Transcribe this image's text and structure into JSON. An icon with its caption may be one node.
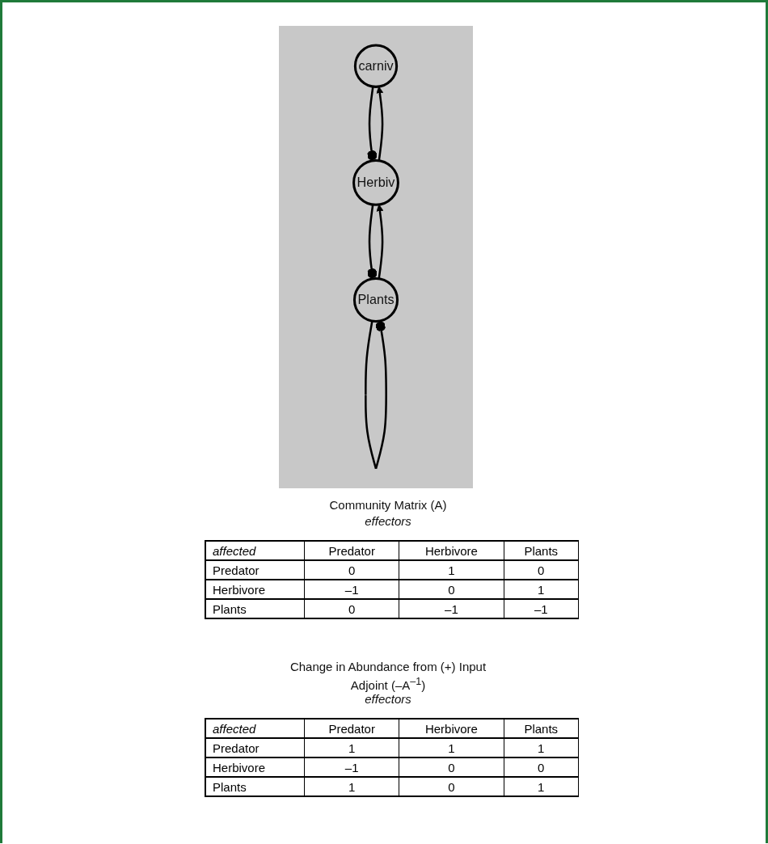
{
  "diagram": {
    "nodes": [
      {
        "text": [
          "carniv"
        ]
      },
      {
        "text": [
          "Herbiv"
        ]
      },
      {
        "text": [
          "Plants"
        ]
      }
    ],
    "edges": [
      {
        "from": 0,
        "to": 1,
        "arrow": "other"
      },
      {
        "from": 1,
        "to": 0,
        "arrow": "to"
      },
      {
        "from": 1,
        "to": 2,
        "arrow": "other"
      },
      {
        "from": 2,
        "to": 1,
        "arrow": "to"
      },
      {
        "from": 2,
        "to": 2,
        "arrow": "other"
      }
    ],
    "labels": [
      "Community Matrix (A)",
      "effectors",
      "affected",
      "Predator",
      "Herbivore",
      "Plants",
      "Predator",
      "0",
      "1",
      "0",
      "Herbivore",
      "–1",
      "0",
      "1",
      "Plants",
      "0",
      "–1",
      "–1",
      "Change in Abundance from (+) Input",
      "Adjoint (–A$^{–1}$)",
      "effectors",
      "affected",
      "Predator",
      "Herbivore",
      "Plants",
      "Predator",
      "1",
      "1",
      "1",
      "Herbivore",
      "–1",
      "0",
      "0",
      "Plants",
      "1",
      "0",
      "1"
    ]
  }
}
